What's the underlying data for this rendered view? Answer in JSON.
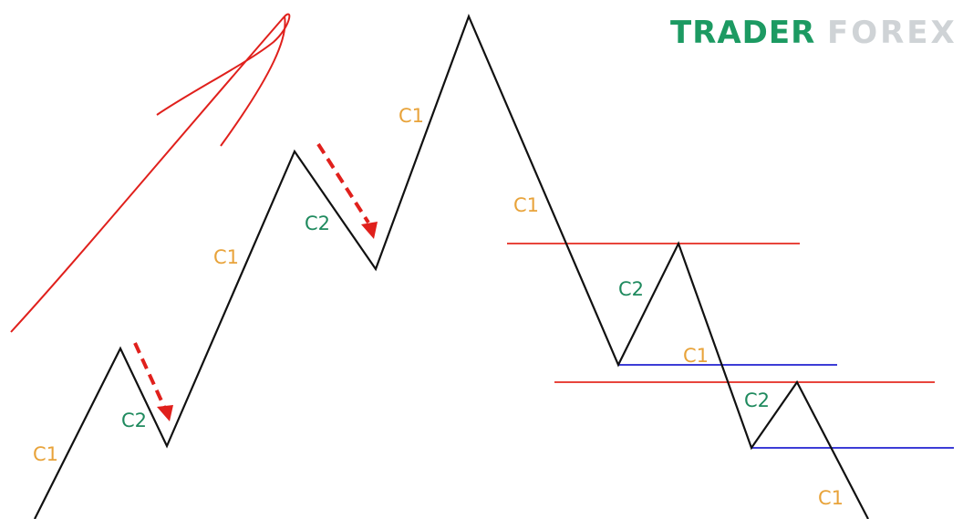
{
  "logo": {
    "part_a": "TRADER",
    "part_b": "FOREX"
  },
  "labels": {
    "c1_a": "C1",
    "c2_a": "C2",
    "c1_b": "C1",
    "c2_b": "C2",
    "c1_c": "C1",
    "c1_d": "C1",
    "c2_c": "C2",
    "c1_e": "C1",
    "c2_d": "C2",
    "c1_f": "C1"
  },
  "colors": {
    "wave": "#111111",
    "resistance": "#e8453c",
    "support": "#3d3dd6",
    "arrow": "#e0201c",
    "trend_stroke": "#e0201c"
  }
}
